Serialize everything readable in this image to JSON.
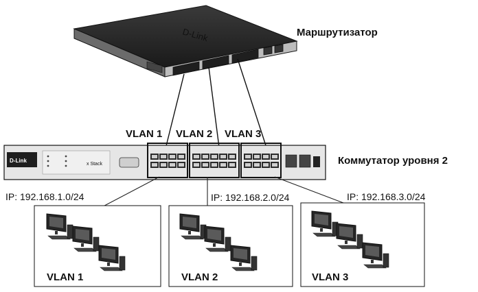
{
  "router": {
    "label": "Маршрутизатор",
    "logo": "D-Link"
  },
  "switch": {
    "label": "Коммутатор уровня 2",
    "logo": "D-Link",
    "stack_text": "x Stack"
  },
  "vlans": [
    {
      "name": "VLAN 1",
      "ip": "IP: 192.168.1.0/24",
      "group_label": "VLAN 1"
    },
    {
      "name": "VLAN 2",
      "ip": "IP: 192.168.2.0/24",
      "group_label": "VLAN 2"
    },
    {
      "name": "VLAN 3",
      "ip": "IP: 192.168.3.0/24",
      "group_label": "VLAN 3"
    }
  ],
  "colors": {
    "line": "#111111",
    "device_dark": "#2b2b2b",
    "device_light": "#d9d9d9"
  }
}
